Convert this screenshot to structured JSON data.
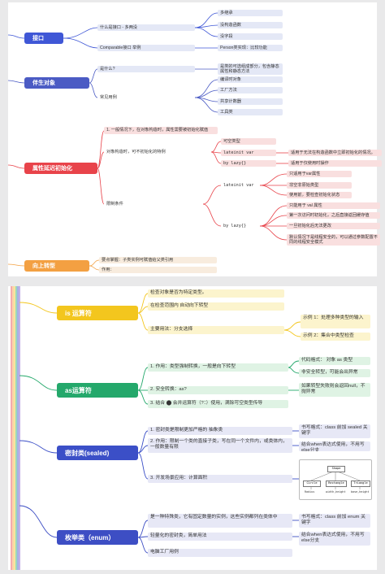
{
  "panel1": {
    "interface": {
      "root": "接口",
      "extends_label": "什么是接口 - 多两没",
      "extends_items": [
        "多继承",
        "没构造函数",
        "没字段"
      ],
      "comparable": "Comparable接口 举例",
      "comparable_desc": "Person类实现：比较功能"
    },
    "companion": {
      "root": "伴生对象",
      "what": "是什么?",
      "what_desc": "是类的可选组成部分，包含静态属性和静态方法",
      "usage": "常见用例",
      "usage_items": [
        "编译时对象",
        "工厂方法",
        "共享计数器",
        "工具类"
      ]
    },
    "lazy": {
      "root": "属性延迟初始化",
      "rule": "1. 一般情况下，在对象构造时，属性需要被初始化赋值",
      "timing": "对象构造时，可不初始化的特例",
      "timing_items": [
        "可空类型",
        "lateinit var",
        "by lazy{}"
      ],
      "lateinit_desc": "适用于无法在构造函数中立即初始化的情况。",
      "bylazy_desc": "适用于仅使用时操作",
      "conditions": "限制条件",
      "cond_lateinit": "lateinit var",
      "cond_lateinit_items": [
        "只适用于var属性",
        "非空非原始类型",
        "使用前，要检查初始化状态"
      ],
      "cond_bylazy": "by lazy{}",
      "cond_bylazy_items": [
        "只能用于 val 属性",
        "第一次访问时初始化，之后直接返回缓存值",
        "一旦初始化后无法更改",
        "默认情况下是线程安全的，可以通过参数配置不同的线程安全模式"
      ]
    },
    "upcast": {
      "root": "向上转型",
      "items": [
        "要点掌握：子类实例可赋值给父类引用",
        "作用："
      ]
    }
  },
  "panel2": {
    "is": {
      "root": "is 运算符",
      "items": [
        "检查对象是否为特定类型。",
        "在检查范围内 自动向下转型",
        "主要用法：分支选择"
      ],
      "examples": [
        "示例 1：处理多种类型的输入",
        "示例 2：集合中类型检查"
      ]
    },
    "as": {
      "root": "as运算符",
      "items": [
        "1. 作用：类型强制转换，一般是向下转型",
        "2. 安全转换：as?",
        "3. 结合 ⬤ 会并运算符（?：）使用，满除可空类型传导"
      ],
      "notes": [
        "代码格式： 对象 as 类型",
        "非安全转型，可能会出异常",
        "如果转型失败则会返回null，不抛异常"
      ]
    },
    "sealed": {
      "root": "密封类(sealed)",
      "items": [
        "1. 密封类是限制更加严格的 抽象类",
        "2. 作用：限制一个类的直接子类，写在同一个文件内，或类体内，一般数量有限",
        "3. 开发场景应用：计算面积"
      ],
      "notes": [
        "书写格式：class 前加 sealed 关键字",
        "结合when表达式使用，不用写else分支"
      ],
      "diagram": {
        "top": "Shape",
        "children": [
          "Circle",
          "Rectangle",
          "Triangle"
        ],
        "fields": [
          "Radius",
          "width,height",
          "base,height"
        ]
      }
    },
    "enum": {
      "root": "枚举类（enum）",
      "items": [
        "是一种特殊类，它有固定数量的实例，这些实例都列在类体中",
        "轻量化的密封类，简单用法",
        "电脑工厂用例"
      ],
      "notes": [
        "书写格式：class 前加 enum 关键字",
        "结合when表达式使用，不用写else分支"
      ]
    }
  },
  "colors": {
    "interface": "#3f57d6",
    "companion": "#4b5bc4",
    "lazy": "#e8434a",
    "upcast": "#f3a042",
    "is": "#f3c61e",
    "as": "#24a86b",
    "sealed": "#3b4fc7",
    "enum": "#3d4ec4"
  }
}
